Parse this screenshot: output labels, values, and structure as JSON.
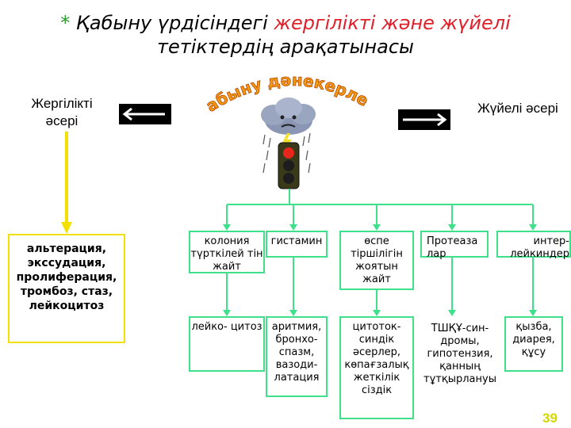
{
  "title": {
    "star": "*",
    "line1_plain": "Қабыну үрдісіндегі ",
    "line1_red": "жергілікті және жүйелі",
    "line2": "тетіктердің арақатынасы"
  },
  "arc_text": "Қабыну дәнекерлері",
  "left_label": "Жергілікті әсері",
  "right_label": "Жүйелі әсері",
  "left_box": "альтерация, экссудация, пролиферация, тромбоз, стаз, лейкоцитоз",
  "top_row": [
    "колония түрткілей тін жайт",
    "гистамин",
    "өспе тіршілігін жоятын жайт",
    "Протеаза лар",
    "интер- лейкиндер"
  ],
  "bottom_row": [
    "лейко- цитоз",
    "аритмия, бронхо- спазм, вазоди- латация",
    "цитоток- синдік әсерлер, көпағзалық жеткілік сіздік",
    "ТШҚҰ-син- дромы, гипотензия, қанның тұтқырлануы",
    "қызба, диарея, құсу"
  ],
  "page_number": "39",
  "colors": {
    "accent_red": "#e0202a",
    "green": "#3fe08a",
    "yellow": "#f2e000",
    "arrow_black": "#000000"
  }
}
